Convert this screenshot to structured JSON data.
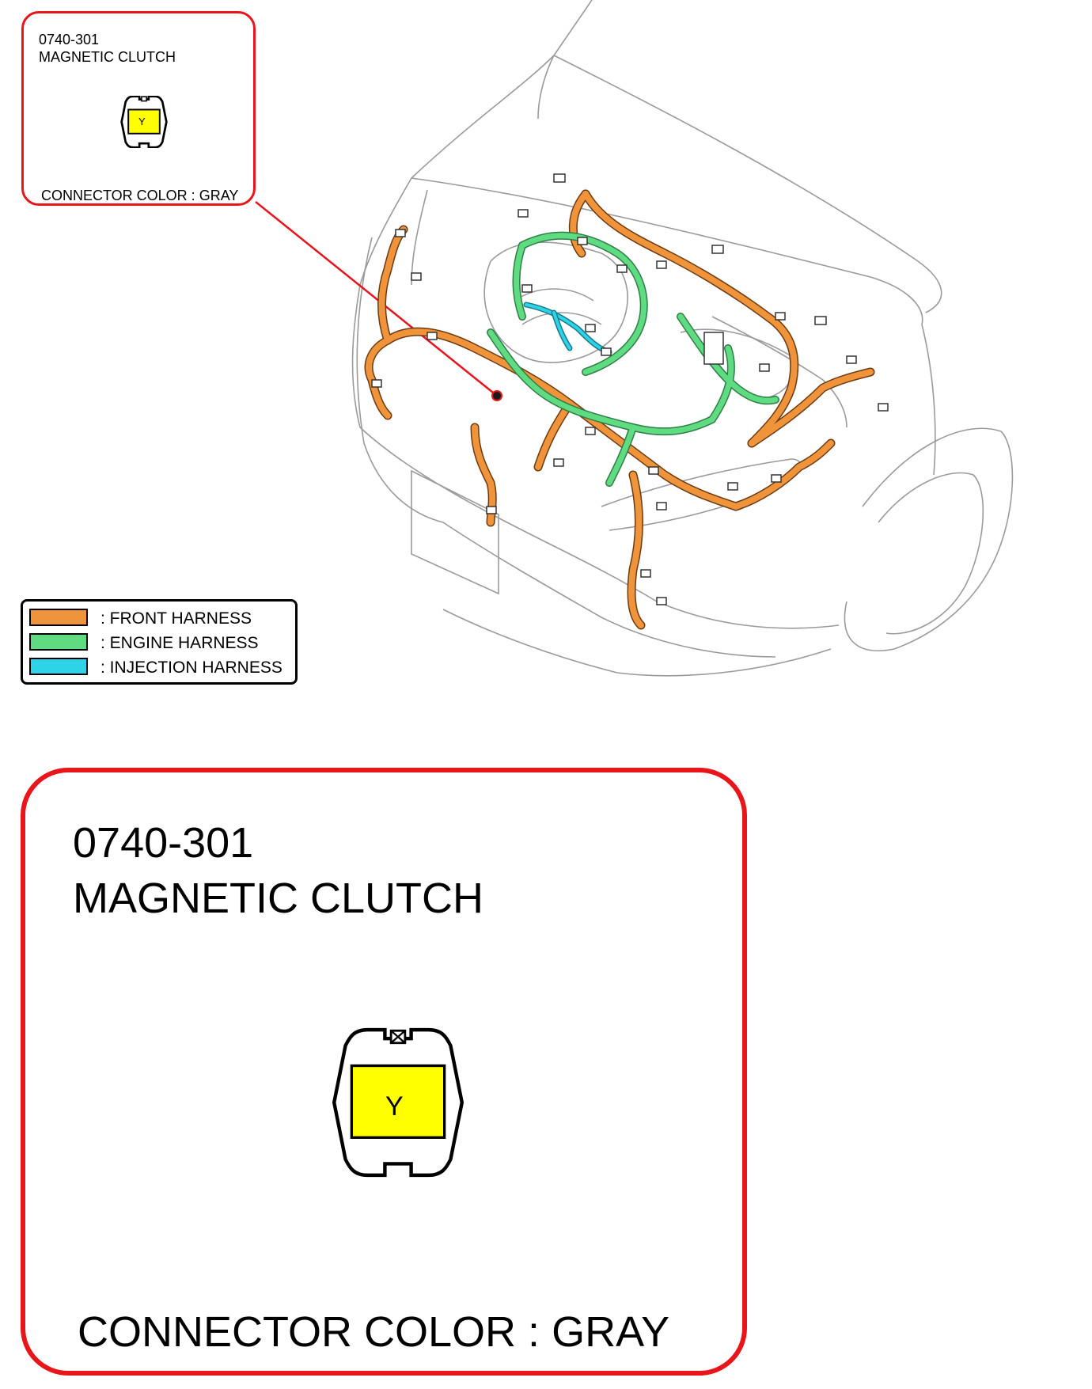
{
  "callout_small": {
    "code": "0740-301",
    "name": "MAGNETIC CLUTCH",
    "terminal": "Y",
    "connector_color": "CONNECTOR COLOR : GRAY"
  },
  "callout_large": {
    "code": "0740-301",
    "name": "MAGNETIC CLUTCH",
    "terminal": "Y",
    "connector_color": "CONNECTOR COLOR : GRAY"
  },
  "legend": {
    "items": [
      {
        "label": ": FRONT HARNESS",
        "color": "#f0943c"
      },
      {
        "label": ": ENGINE HARNESS",
        "color": "#5fdc82"
      },
      {
        "label": ": INJECTION HARNESS",
        "color": "#2ed3e8"
      }
    ]
  },
  "colors": {
    "callout_border": "#e8151b",
    "terminal_fill": "#ffff00"
  }
}
